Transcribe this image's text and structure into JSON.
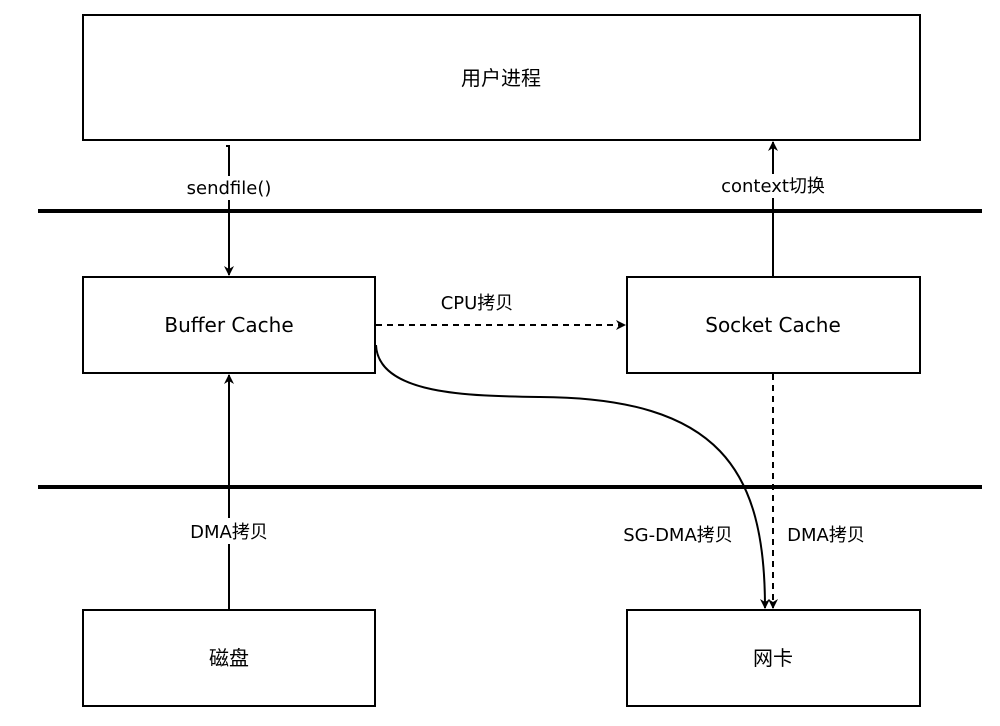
{
  "diagram": {
    "nodes": {
      "user_process": {
        "label": "用户进程"
      },
      "buffer_cache": {
        "label": "Buffer Cache"
      },
      "socket_cache": {
        "label": "Socket Cache"
      },
      "disk": {
        "label": "磁盘"
      },
      "nic": {
        "label": "网卡"
      }
    },
    "edges": {
      "sendfile": {
        "label": "sendfile()",
        "from": "user_process",
        "to": "buffer_cache",
        "style": "solid"
      },
      "context_switch": {
        "label": "context切换",
        "from": "socket_cache",
        "to": "user_process",
        "style": "solid"
      },
      "cpu_copy": {
        "label": "CPU拷贝",
        "from": "buffer_cache",
        "to": "socket_cache",
        "style": "dashed"
      },
      "disk_dma_copy": {
        "label": "DMA拷贝",
        "from": "disk",
        "to": "buffer_cache",
        "style": "solid"
      },
      "sg_dma_copy": {
        "label": "SG-DMA拷贝",
        "from": "buffer_cache",
        "to": "nic",
        "style": "solid-curved"
      },
      "nic_dma_copy": {
        "label": "DMA拷贝",
        "from": "socket_cache",
        "to": "nic",
        "style": "dashed"
      }
    },
    "colors": {
      "stroke": "#000000",
      "background": "#ffffff"
    }
  }
}
